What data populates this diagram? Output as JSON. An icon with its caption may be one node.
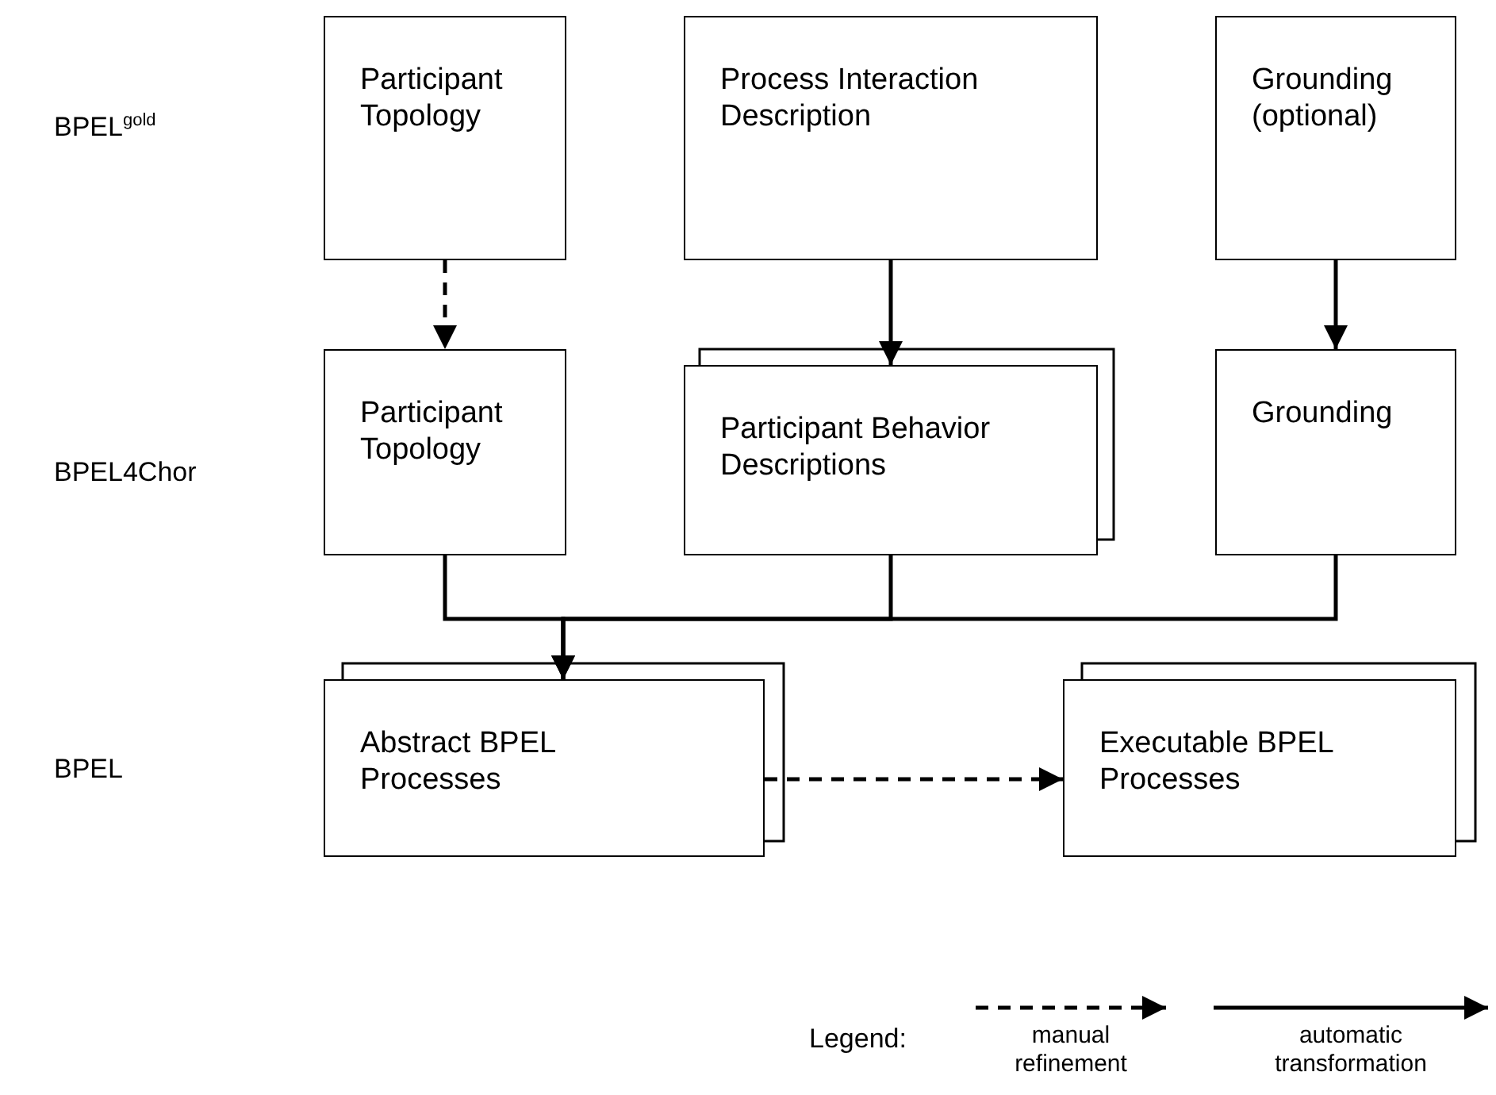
{
  "diagram": {
    "nodes": [
      {
        "text": [
          "Participant Topology"
        ]
      },
      {
        "text": [
          "Process Interaction Description"
        ]
      },
      {
        "text": [
          "Grounding (optional)"
        ]
      },
      {
        "text": [
          "Participant Topology"
        ]
      },
      {
        "text": [
          "Participant Behavior Descriptions"
        ]
      },
      {
        "text": [
          "Grounding"
        ]
      },
      {
        "text": [
          "Abstract BPEL Processes"
        ]
      },
      {
        "text": [
          "Executable BPEL Processes"
        ]
      }
    ],
    "edges": [
      {
        "from": 0,
        "to": 3,
        "arrow": "to",
        "style": "dashed"
      },
      {
        "from": 1,
        "to": 4,
        "arrow": "to"
      },
      {
        "from": 2,
        "to": 5,
        "arrow": "to"
      },
      {
        "from": 3,
        "to": 6,
        "arrow": "to"
      },
      {
        "from": 4,
        "to": 6,
        "arrow": "to"
      },
      {
        "from": 5,
        "to": 6,
        "arrow": "to"
      },
      {
        "from": 6,
        "to": 7,
        "arrow": "to",
        "style": "dashed"
      }
    ],
    "labels": [
      "BPEL$^{gold}$",
      "BPEL4Chor",
      "BPEL",
      "Legend:"
    ],
    "legend": [
      {
        "text": "manual refinement"
      },
      {
        "text": "automatic transformation"
      }
    ]
  }
}
